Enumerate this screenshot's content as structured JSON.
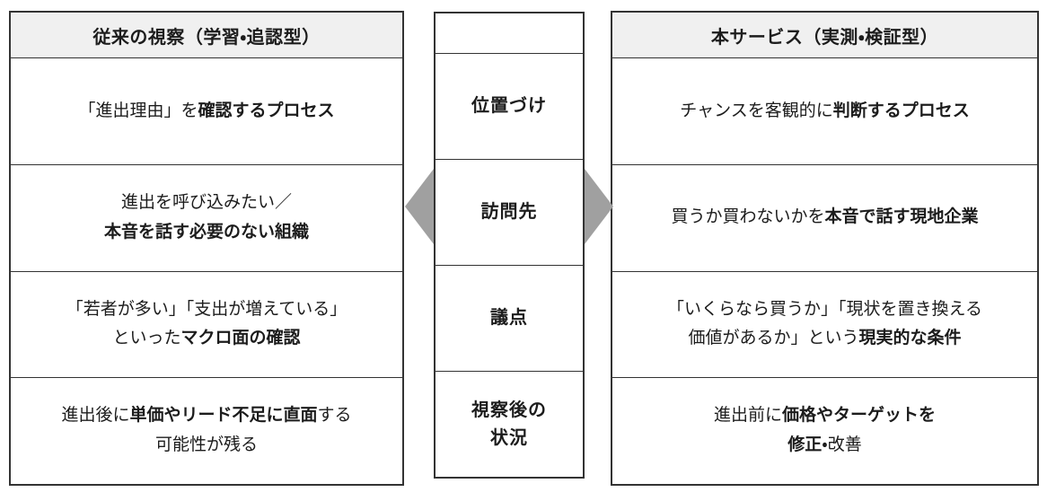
{
  "colors": {
    "header_bg": "#f0f0f0",
    "border": "#333333",
    "arrow": "#a0a0a0",
    "text": "#1c1c1c"
  },
  "left": {
    "header": "従来の視察（学習・追認型）",
    "rows": [
      {
        "pre": "「進出理由」を",
        "bold": "確認するプロセス"
      },
      {
        "line1": "進出を呼び込みたい／",
        "bold2": "本音を話す必要のない組織"
      },
      {
        "line1": "「若者が多い」「支出が増えている」",
        "pre2": "といった",
        "bold2": "マクロ面の確認"
      },
      {
        "pre": "進出後に",
        "bold": "単価やリード不足に直面",
        "post": "する",
        "line2": "可能性が残る"
      }
    ]
  },
  "middle": {
    "rows": [
      {
        "label": "位置づけ"
      },
      {
        "label": "訪問先"
      },
      {
        "label": "議点"
      },
      {
        "label_line1": "視察後の",
        "label_line2": "状況"
      }
    ]
  },
  "right": {
    "header": "本サービス（実測・検証型）",
    "rows": [
      {
        "pre": "チャンスを客観的に",
        "bold": "判断するプロセス"
      },
      {
        "pre": "買うか買わないかを",
        "bold": "本音で話す現地企業"
      },
      {
        "line1": "「いくらなら買うか」「現状を置き換える",
        "pre2": "価値があるか」という",
        "bold2": "現実的な条件"
      },
      {
        "pre": "進出前に",
        "bold": "価格やターゲットを",
        "bold2": "修正",
        "post2": "・改善"
      }
    ]
  }
}
